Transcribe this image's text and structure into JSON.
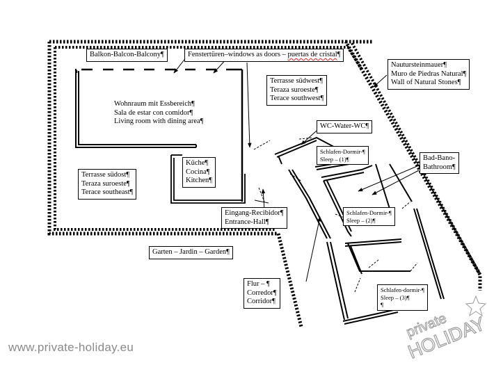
{
  "labels": {
    "balcony": [
      "Balkon-Balcon-Balcony¶"
    ],
    "windows": [
      "Fenstertüren–windows as doors – puertas de cristal¶"
    ],
    "stone_wall": [
      "Nautursteinmauer¶",
      "Muro de Piedras Natural¶",
      "Wall of Natural Stones¶"
    ],
    "terrace_sw": [
      "Terrasse südwest¶",
      "Teraza suroeste¶",
      "Terace southwest¶"
    ],
    "living": [
      "Wohnraum mit Essbereich¶",
      "Sala de estar con comidor¶",
      "Living room with dining area¶"
    ],
    "wc": [
      "WC-Water-WC¶"
    ],
    "bedroom1": [
      "Schlafen-Dormir-¶",
      "Sleep – (1)¶"
    ],
    "kitchen": [
      "Küche¶",
      "Cocina¶",
      "Kitchen¶"
    ],
    "bath": [
      "Bad-Bano-",
      "Bathroom¶"
    ],
    "terrace_se": [
      "Terrasse südost¶",
      "Teraza suroeste¶",
      "Terace southeast¶"
    ],
    "bedroom2": [
      "Schlafen-Dormir-¶",
      "Sleep – (2)¶"
    ],
    "entrance": [
      "Eingang-Recibidor¶",
      "Entrance-Hall¶"
    ],
    "garden": [
      "Garten – Jardin – Garden¶"
    ],
    "corridor": [
      "Flur – ¶",
      "Corredor¶",
      "Corridor¶"
    ],
    "bedroom3": [
      "Schlafen-dormir-¶",
      "Sleep – (3)¶",
      "¶"
    ]
  },
  "watermark": {
    "url": "www.private-holiday.eu",
    "logo_line1": "private",
    "logo_line2": "HOLIDAY"
  },
  "colors": {
    "line": "#000000",
    "watermark": "#8a8a8a"
  }
}
